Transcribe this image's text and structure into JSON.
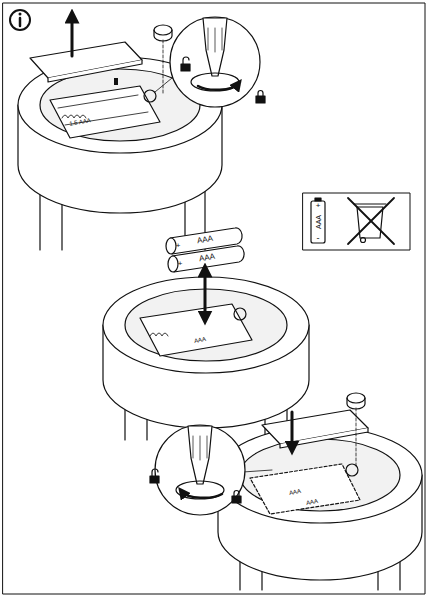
{
  "diagram": {
    "labels": [
      "1.5 AAA",
      "+",
      "AAA",
      "-",
      "+",
      "AAA",
      "+",
      "AAA",
      "AAA",
      "AAA",
      "AAA"
    ]
  }
}
